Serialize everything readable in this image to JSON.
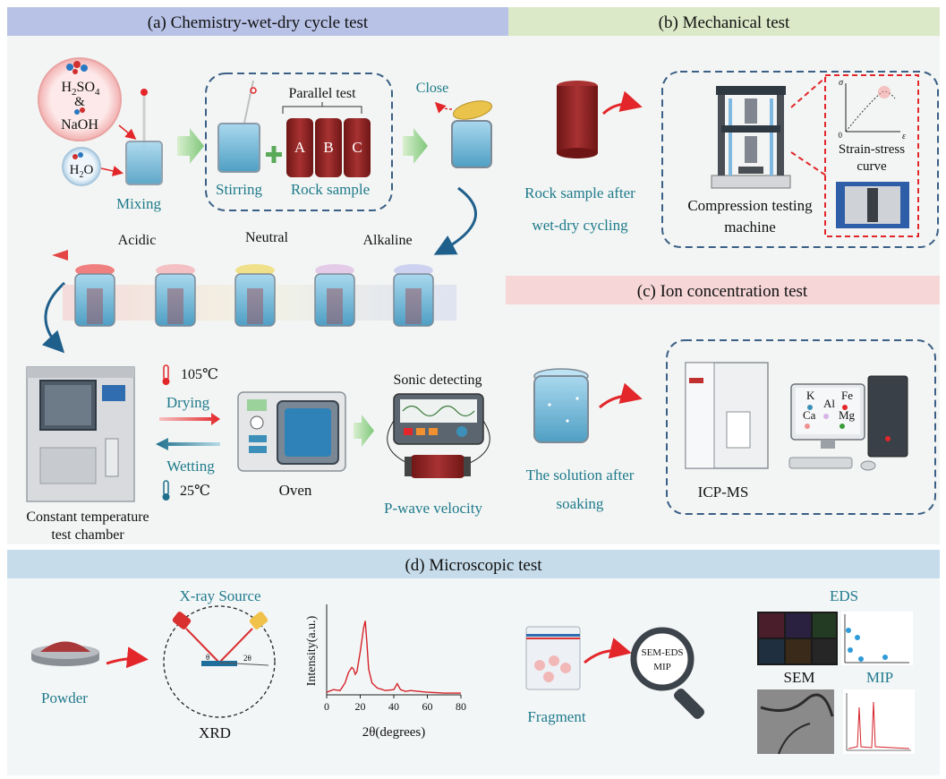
{
  "sections": {
    "a": {
      "title": "(a) Chemistry-wet-dry cycle test"
    },
    "b": {
      "title": "(b) Mechanical test"
    },
    "c": {
      "title": "(c) Ion concentration test"
    },
    "d": {
      "title": "(d) Microscopic test"
    }
  },
  "chem": {
    "h2so4": "H2SO4",
    "amp": "&",
    "naoh": "NaOH",
    "h2o": "H2O",
    "mixing": "Mixing",
    "parallel_test": "Parallel test",
    "stirring": "Stirring",
    "rock_sample": "Rock sample",
    "samples": [
      "A",
      "B",
      "C"
    ],
    "close": "Close",
    "acidic": "Acidic",
    "neutral": "Neutral",
    "alkaline": "Alkaline",
    "temp_high": "105℃",
    "drying": "Drying",
    "wetting": "Wetting",
    "temp_low": "25℃",
    "chamber_line1": "Constant temperature",
    "chamber_line2": "test chamber",
    "oven": "Oven",
    "sonic": "Sonic detecting",
    "pwave": "P-wave velocity"
  },
  "mech": {
    "rock_line1": "Rock sample after",
    "rock_line2": "wet-dry cycling",
    "machine_line1": "Compression testing",
    "machine_line2": "machine",
    "curve_line1": "Strain-stress",
    "curve_line2": "curve",
    "sigma": "σ",
    "epsilon": "ε",
    "origin": "0"
  },
  "ion": {
    "solution_line1": "The solution after",
    "solution_line2": "soaking",
    "icpms": "ICP-MS",
    "elements": [
      "K",
      "Al",
      "Fe",
      "Ca",
      "Mg"
    ]
  },
  "micro": {
    "powder": "Powder",
    "xray_source": "X-ray Source",
    "xrd": "XRD",
    "theta": "θ",
    "two_theta": "2θ",
    "fragment": "Fragment",
    "magnifier_line1": "SEM-EDS",
    "magnifier_line2": "MIP",
    "eds": "EDS",
    "sem": "SEM",
    "mip": "MIP"
  },
  "chart_data": {
    "type": "line",
    "xlabel": "2θ(degrees)",
    "ylabel": "Intensity(a.u.)",
    "xlim": [
      0,
      80
    ],
    "xticks": [
      0,
      20,
      40,
      60,
      80
    ],
    "x": [
      0,
      4,
      8,
      11,
      13,
      15,
      16,
      17,
      18,
      20,
      22,
      23,
      24,
      25,
      27,
      30,
      35,
      40,
      42,
      44,
      47,
      50,
      55,
      60,
      70,
      80
    ],
    "y": [
      0.03,
      0.06,
      0.05,
      0.14,
      0.26,
      0.32,
      0.3,
      0.24,
      0.27,
      0.5,
      0.78,
      0.86,
      0.6,
      0.3,
      0.14,
      0.08,
      0.05,
      0.06,
      0.13,
      0.06,
      0.04,
      0.05,
      0.04,
      0.03,
      0.02,
      0.02
    ],
    "line_color": "#d4232a",
    "ylim": [
      0,
      1
    ]
  },
  "colors": {
    "header_a": "#b8c2e6",
    "header_b": "#d9e8c4",
    "header_c": "#f6d4d4",
    "header_d": "#c6dcea",
    "label_teal": "#1f7a8c",
    "rock_red": "#8f2020",
    "arrow_red": "#e3262a",
    "dashed_blue": "#3b5f86"
  }
}
